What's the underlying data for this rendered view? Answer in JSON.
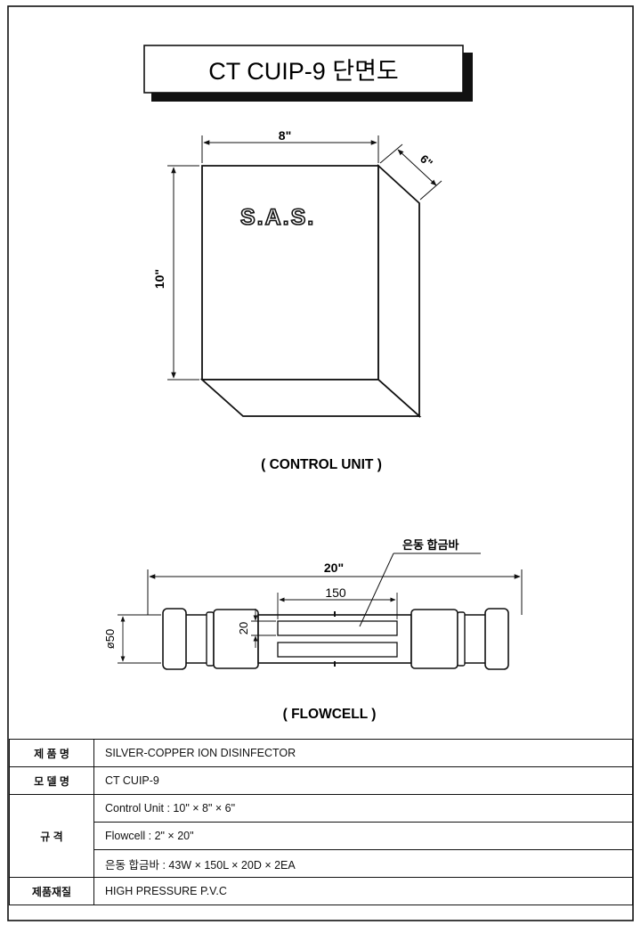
{
  "title": "CT CUIP-9 단면도",
  "control_unit": {
    "caption": "( CONTROL UNIT )",
    "dim_width": "8\"",
    "dim_depth": "6\"",
    "dim_height": "10\"",
    "brand": "S.A.S."
  },
  "flowcell": {
    "caption": "( FLOWCELL )",
    "dim_length": "20\"",
    "dim_bar_length": "150",
    "dim_bar_height": "20",
    "dim_diameter": "ø50",
    "bar_label": "은동 합금바"
  },
  "spec_table": {
    "rows": [
      {
        "key": "제 품 명",
        "value": "SILVER-COPPER ION DISINFECTOR"
      },
      {
        "key": "모 델 명",
        "value": "CT CUIP-9"
      },
      {
        "key": "규 격",
        "values": [
          "Control Unit : 10\" × 8\" × 6\"",
          "Flowcell : 2\" × 20\"",
          "은동 합금바 : 43W × 150L × 20D × 2EA"
        ]
      },
      {
        "key": "제품재질",
        "value": "HIGH PRESSURE P.V.C"
      }
    ]
  }
}
